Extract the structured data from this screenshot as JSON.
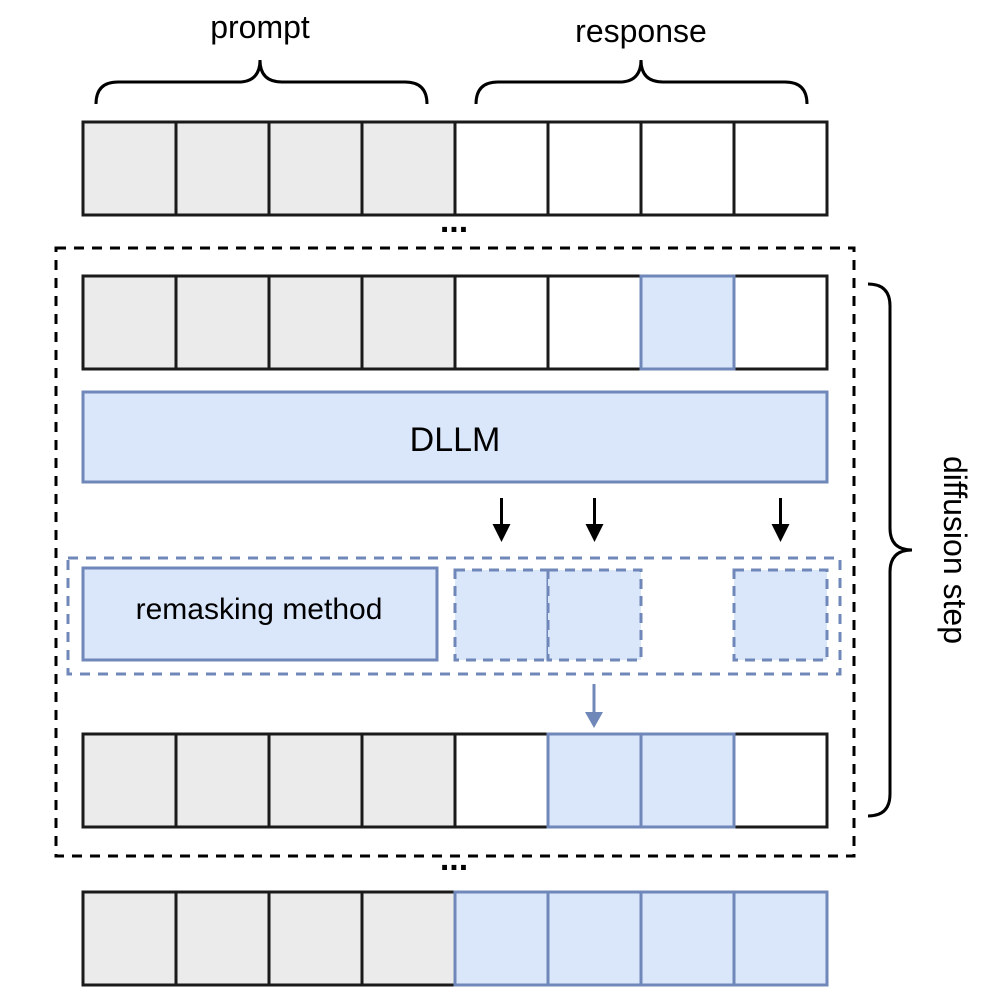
{
  "labels": {
    "prompt": "prompt",
    "response": "response",
    "model": "DLLM",
    "remasking": "remasking method",
    "diffusion_step": "diffusion step",
    "ellipsis": "..."
  },
  "colors": {
    "prompt_fill": "#ebebeb",
    "mask_fill": "#ffffff",
    "token_fill": "#dae6fa",
    "dark_stroke": "#1a1a1a",
    "blue_stroke": "#6f88b9",
    "arrow_dark": "#000000",
    "arrow_blue": "#6f88b9"
  },
  "rows": [
    {
      "name": "initial",
      "cells": [
        "prompt",
        "prompt",
        "prompt",
        "prompt",
        "mask",
        "mask",
        "mask",
        "mask"
      ]
    },
    {
      "name": "step-input",
      "cells": [
        "prompt",
        "prompt",
        "prompt",
        "prompt",
        "mask",
        "mask",
        "token",
        "mask"
      ]
    },
    {
      "name": "step-output",
      "cells": [
        "prompt",
        "prompt",
        "prompt",
        "prompt",
        "mask",
        "token",
        "token",
        "mask"
      ]
    },
    {
      "name": "final",
      "cells": [
        "prompt",
        "prompt",
        "prompt",
        "prompt",
        "token",
        "token",
        "token",
        "token"
      ]
    }
  ],
  "candidates": [
    true,
    true,
    false,
    true
  ]
}
